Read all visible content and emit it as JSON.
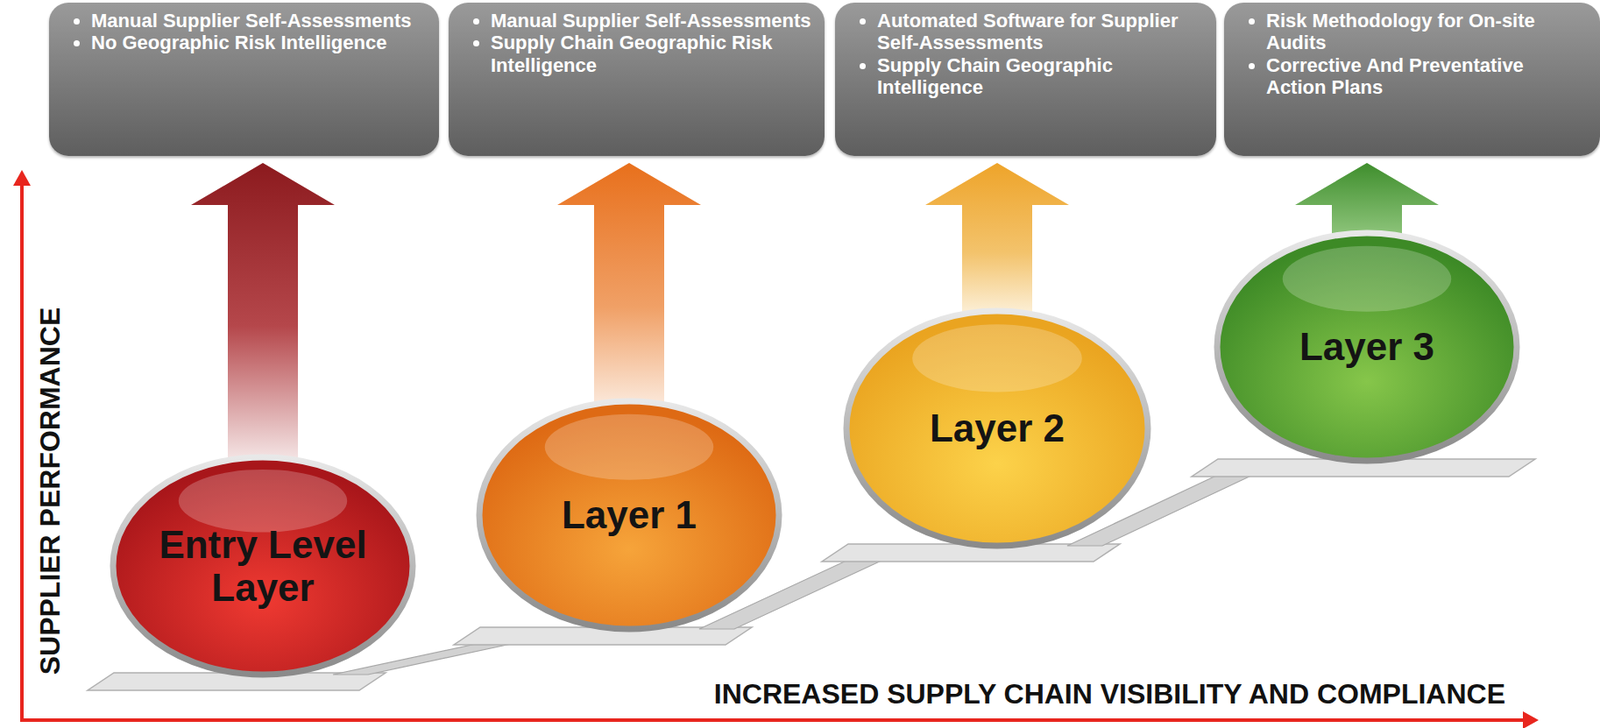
{
  "diagram": {
    "nodes": [
      {
        "text": [
          "Manual Supplier Self-Assessments",
          "No Geographic Risk Intelligence"
        ]
      },
      {
        "text": [
          "Manual Supplier Self-Assessments",
          "Supply Chain Geographic Risk Intelligence"
        ]
      },
      {
        "text": [
          "Automated Software for Supplier Self-Assessments",
          "Supply Chain Geographic Intelligence"
        ]
      },
      {
        "text": [
          "Risk Methodology for On-site Audits",
          "Corrective And Preventative Action Plans"
        ]
      },
      {
        "text": [
          "Entry Level Layer"
        ]
      },
      {
        "text": [
          "Layer 1"
        ]
      },
      {
        "text": [
          "Layer 2"
        ]
      },
      {
        "text": [
          "Layer 3"
        ]
      }
    ],
    "edges": [
      {
        "from": 4,
        "to": 0,
        "arrow": "to"
      },
      {
        "from": 5,
        "to": 1,
        "arrow": "to"
      },
      {
        "from": 6,
        "to": 2,
        "arrow": "to"
      },
      {
        "from": 7,
        "to": 3,
        "arrow": "to"
      }
    ],
    "labels": [
      "SUPPLIER PERFORMANCE",
      "INCREASED SUPPLY CHAIN VISIBILITY AND COMPLIANCE"
    ]
  }
}
